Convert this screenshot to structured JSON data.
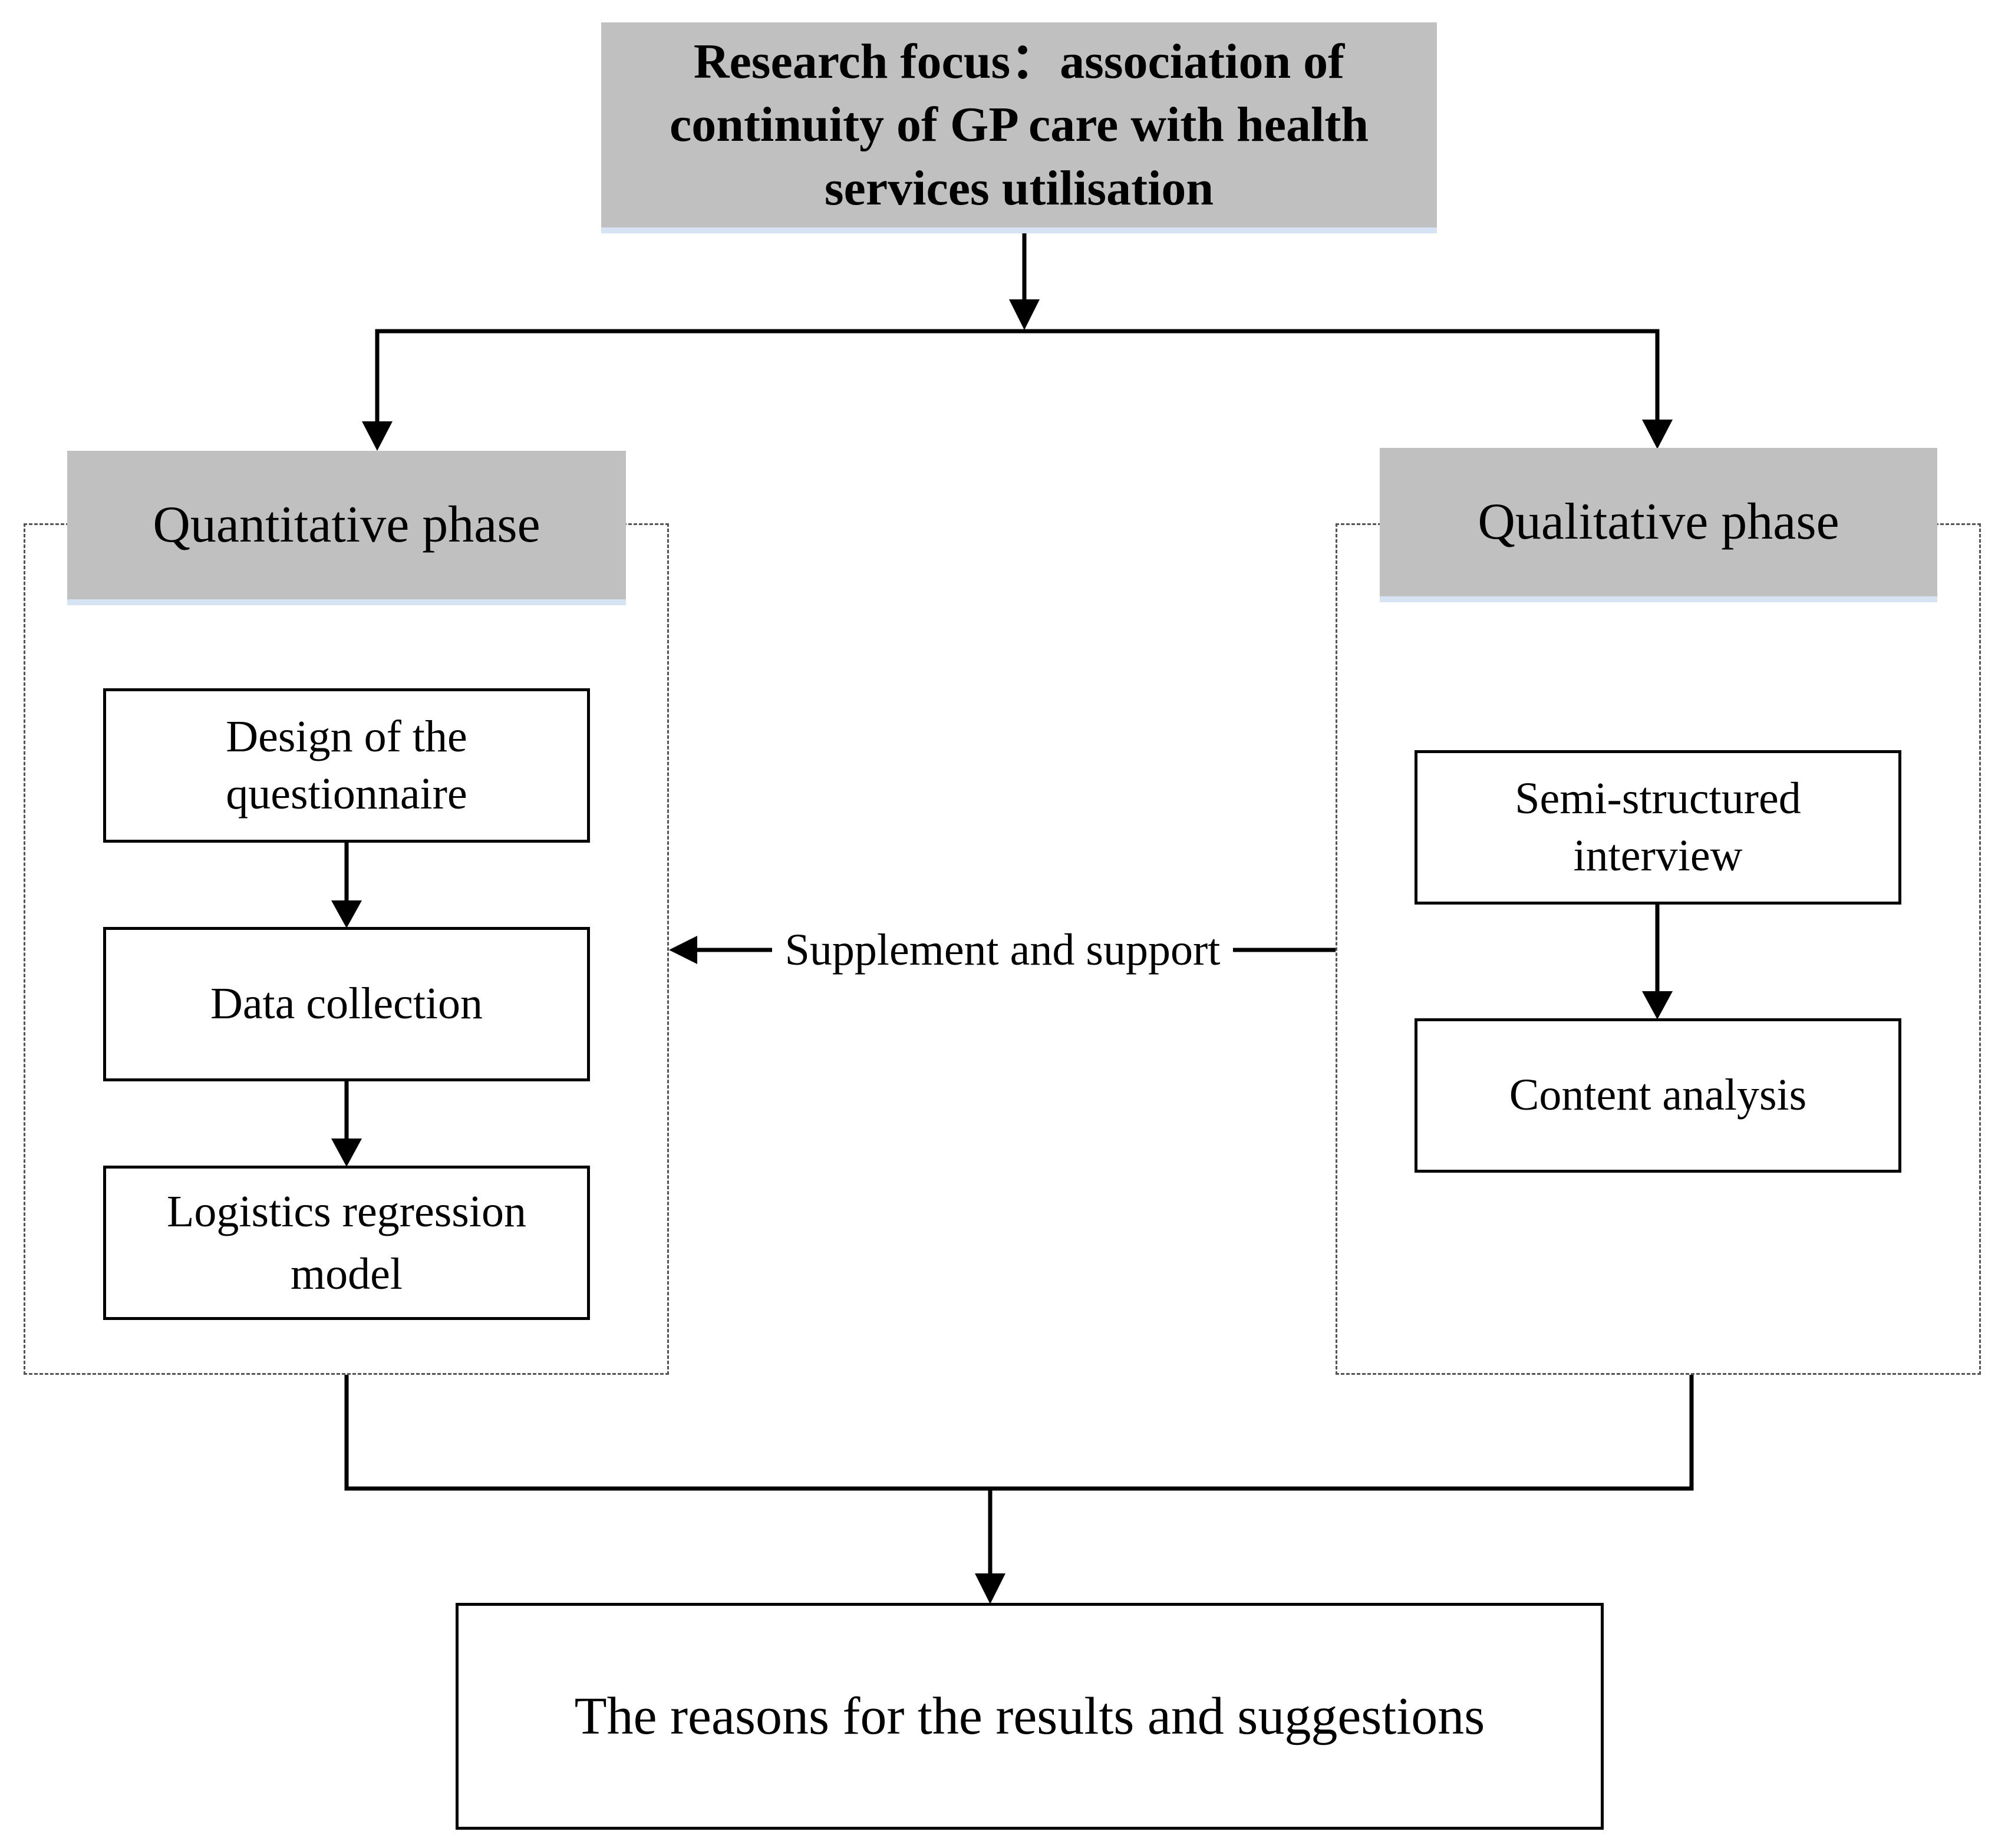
{
  "colors": {
    "header_bg": "#c0c0c0",
    "line": "#000000",
    "frame_dash": "#555555"
  },
  "focus": {
    "text": "Research focus：association of continuity of GP care with health services utilisation"
  },
  "quantitative": {
    "title": "Quantitative phase",
    "steps": [
      "Design of the questionnaire",
      "Data collection",
      "Logistics regression model"
    ]
  },
  "qualitative": {
    "title": "Qualitative phase",
    "steps": [
      "Semi-structured interview",
      "Content analysis"
    ]
  },
  "connector": {
    "text": "Supplement and support"
  },
  "result": {
    "text": "The reasons for the results and suggestions"
  }
}
